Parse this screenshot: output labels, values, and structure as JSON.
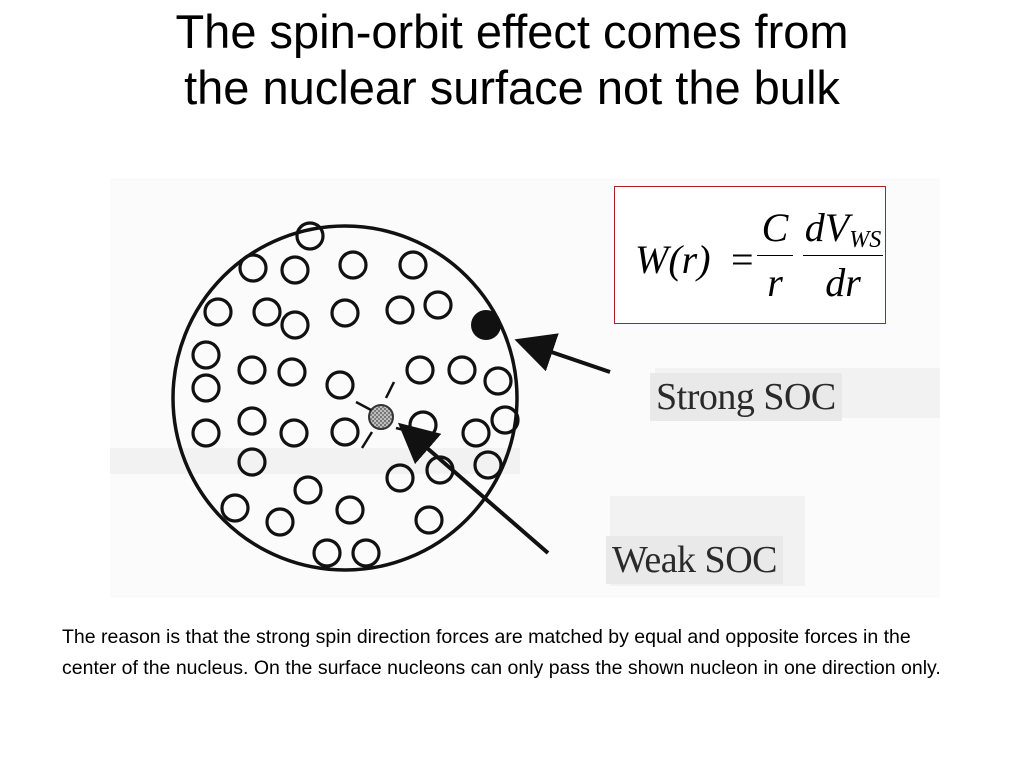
{
  "slide": {
    "title_line1": "The spin-orbit effect comes from",
    "title_line2": "the nuclear surface not the bulk",
    "caption": "The reason is that the strong spin direction forces are matched by equal and opposite forces in the center of the nucleus.  On the surface nucleons can only pass the shown nucleon in one direction only."
  },
  "formula": {
    "lhs": "W(r)",
    "equals": "=",
    "frac1_num": "C",
    "frac1_den": "r",
    "frac2_num": "dV",
    "frac2_num_sub": "WS",
    "frac2_den": "dr"
  },
  "diagram": {
    "label_strong": "Strong SOC",
    "label_weak": "Weak SOC",
    "colors": {
      "nucleus_outline": "#111111",
      "surface_nucleon": "#111111",
      "center_nucleon": "#8a8a8a",
      "formula_border": "#b01e2a"
    }
  }
}
